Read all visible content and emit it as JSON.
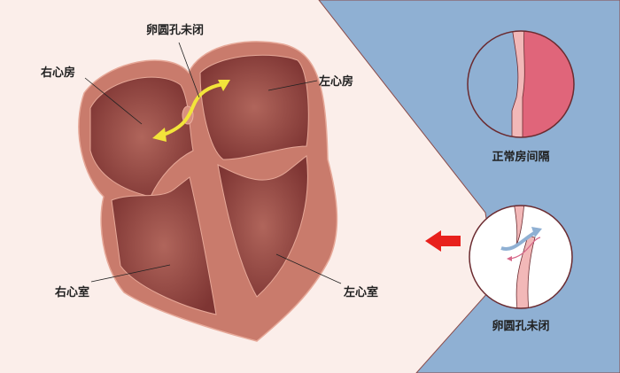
{
  "labels": {
    "foramen_top": "卵圆孔未闭",
    "right_atrium": "右心房",
    "left_atrium": "左心房",
    "right_ventricle": "右心室",
    "left_ventricle": "左心室",
    "normal_septum": "正常房间隔",
    "pfo_caption": "卵圆孔未闭"
  },
  "colors": {
    "background": "#fbeeea",
    "panel_blue": "#8fb0d3",
    "heart_wall": "#c97b6c",
    "chamber": "#8a3d3a",
    "arrow_yellow": "#f2e43a",
    "arrow_red": "#e8201c",
    "left_atrium_pink": "#e0657a"
  }
}
